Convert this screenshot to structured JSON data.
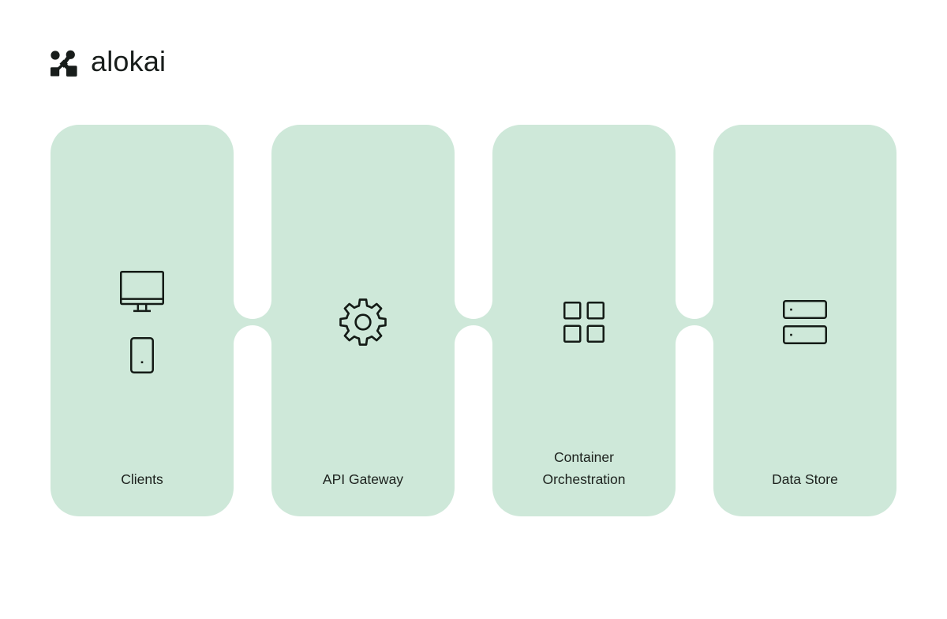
{
  "brand": {
    "name": "alokai"
  },
  "colors": {
    "page_background": "#ffffff",
    "card_background": "#cee8d9",
    "icon_stroke": "#141b16",
    "label_text": "#1c211d",
    "logo_ink": "#181d1b"
  },
  "flow": {
    "nodes": [
      {
        "id": "clients",
        "label": "Clients",
        "icons": [
          "monitor-icon",
          "mobile-icon"
        ]
      },
      {
        "id": "api-gateway",
        "label": "API Gateway",
        "icons": [
          "gear-icon"
        ]
      },
      {
        "id": "container-orchestration",
        "label": "Container Orchestration",
        "icons": [
          "grid-squares-icon"
        ]
      },
      {
        "id": "data-store",
        "label": "Data Store",
        "icons": [
          "server-stack-icon"
        ]
      }
    ]
  }
}
